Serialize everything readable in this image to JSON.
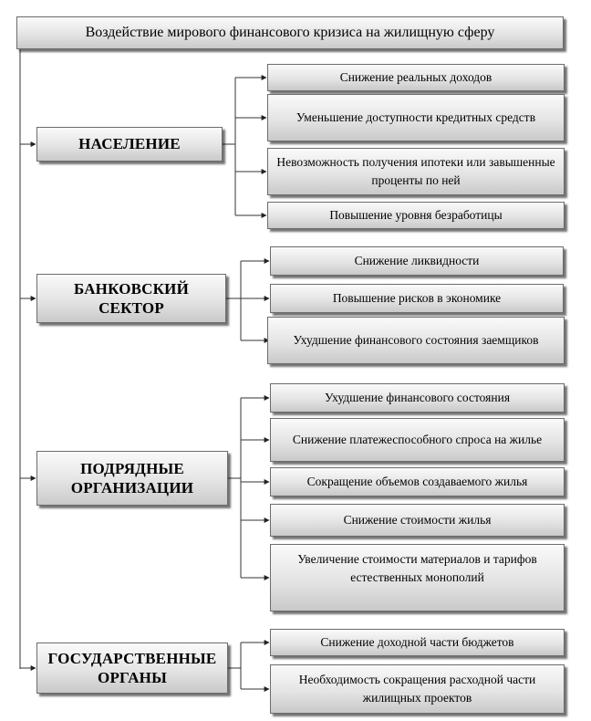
{
  "title": "Воздействие мирового финансового кризиса на жилищную сферу",
  "groups": [
    {
      "name": "НАСЕЛЕНИЕ",
      "items": [
        "Снижение реальных доходов",
        "Уменьшение доступности кредитных средств",
        "Невозможность получения ипотеки или завышенные проценты по ней",
        "Повышение уровня безработицы"
      ]
    },
    {
      "name": "БАНКОВСКИЙ СЕКТОР",
      "items": [
        "Снижение ликвидности",
        "Повышение рисков в экономике",
        "Ухудшение финансового состояния заемщиков"
      ]
    },
    {
      "name": "ПОДРЯДНЫЕ ОРГАНИЗАЦИИ",
      "items": [
        "Ухудшение финансового состояния",
        "Снижение платежеспособного спроса на жилье",
        "Сокращение объемов создаваемого жилья",
        "Снижение стоимости жилья",
        "Увеличение стоимости материалов и тарифов естественных монополий"
      ]
    },
    {
      "name": "ГОСУДАРСТВЕННЫЕ ОРГАНЫ",
      "items": [
        "Снижение доходной части бюджетов",
        "Необходимость сокращения расходной части жилищных проектов"
      ]
    }
  ]
}
